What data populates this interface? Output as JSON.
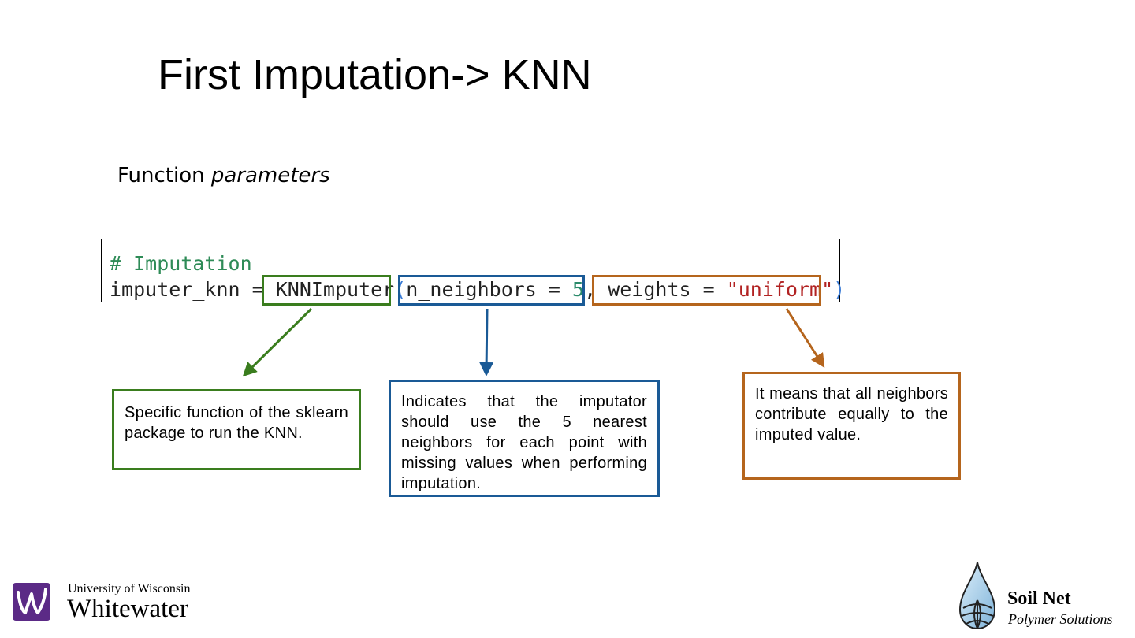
{
  "slide": {
    "title": "First Imputation-> KNN",
    "subtitle_plain": "Function ",
    "subtitle_italic": "parameters"
  },
  "code": {
    "comment": "# Imputation",
    "assign": "imputer_knn = ",
    "function": "KNNImputer",
    "open_paren": "(",
    "param1_name": "n_neighbors = ",
    "param1_value": "5",
    "comma": ", ",
    "param2_name": "weights = ",
    "param2_value": "\"uniform\"",
    "close_paren": ")"
  },
  "annotations": {
    "function_note": "Specific function of the sklearn package to run the KNN.",
    "neighbors_note": "Indicates that the imputator should use the 5 nearest neighbors for each point with missing values when performing imputation.",
    "weights_note": "It means that all neighbors contribute equally to the imputed value."
  },
  "colors": {
    "green": "#3a7d1e",
    "blue": "#1a5a96",
    "orange": "#b5651d"
  },
  "logos": {
    "uww_small": "University of Wisconsin",
    "uww_big": "Whitewater",
    "soil_name": "Soil Net",
    "soil_sub": "Polymer Solutions"
  }
}
